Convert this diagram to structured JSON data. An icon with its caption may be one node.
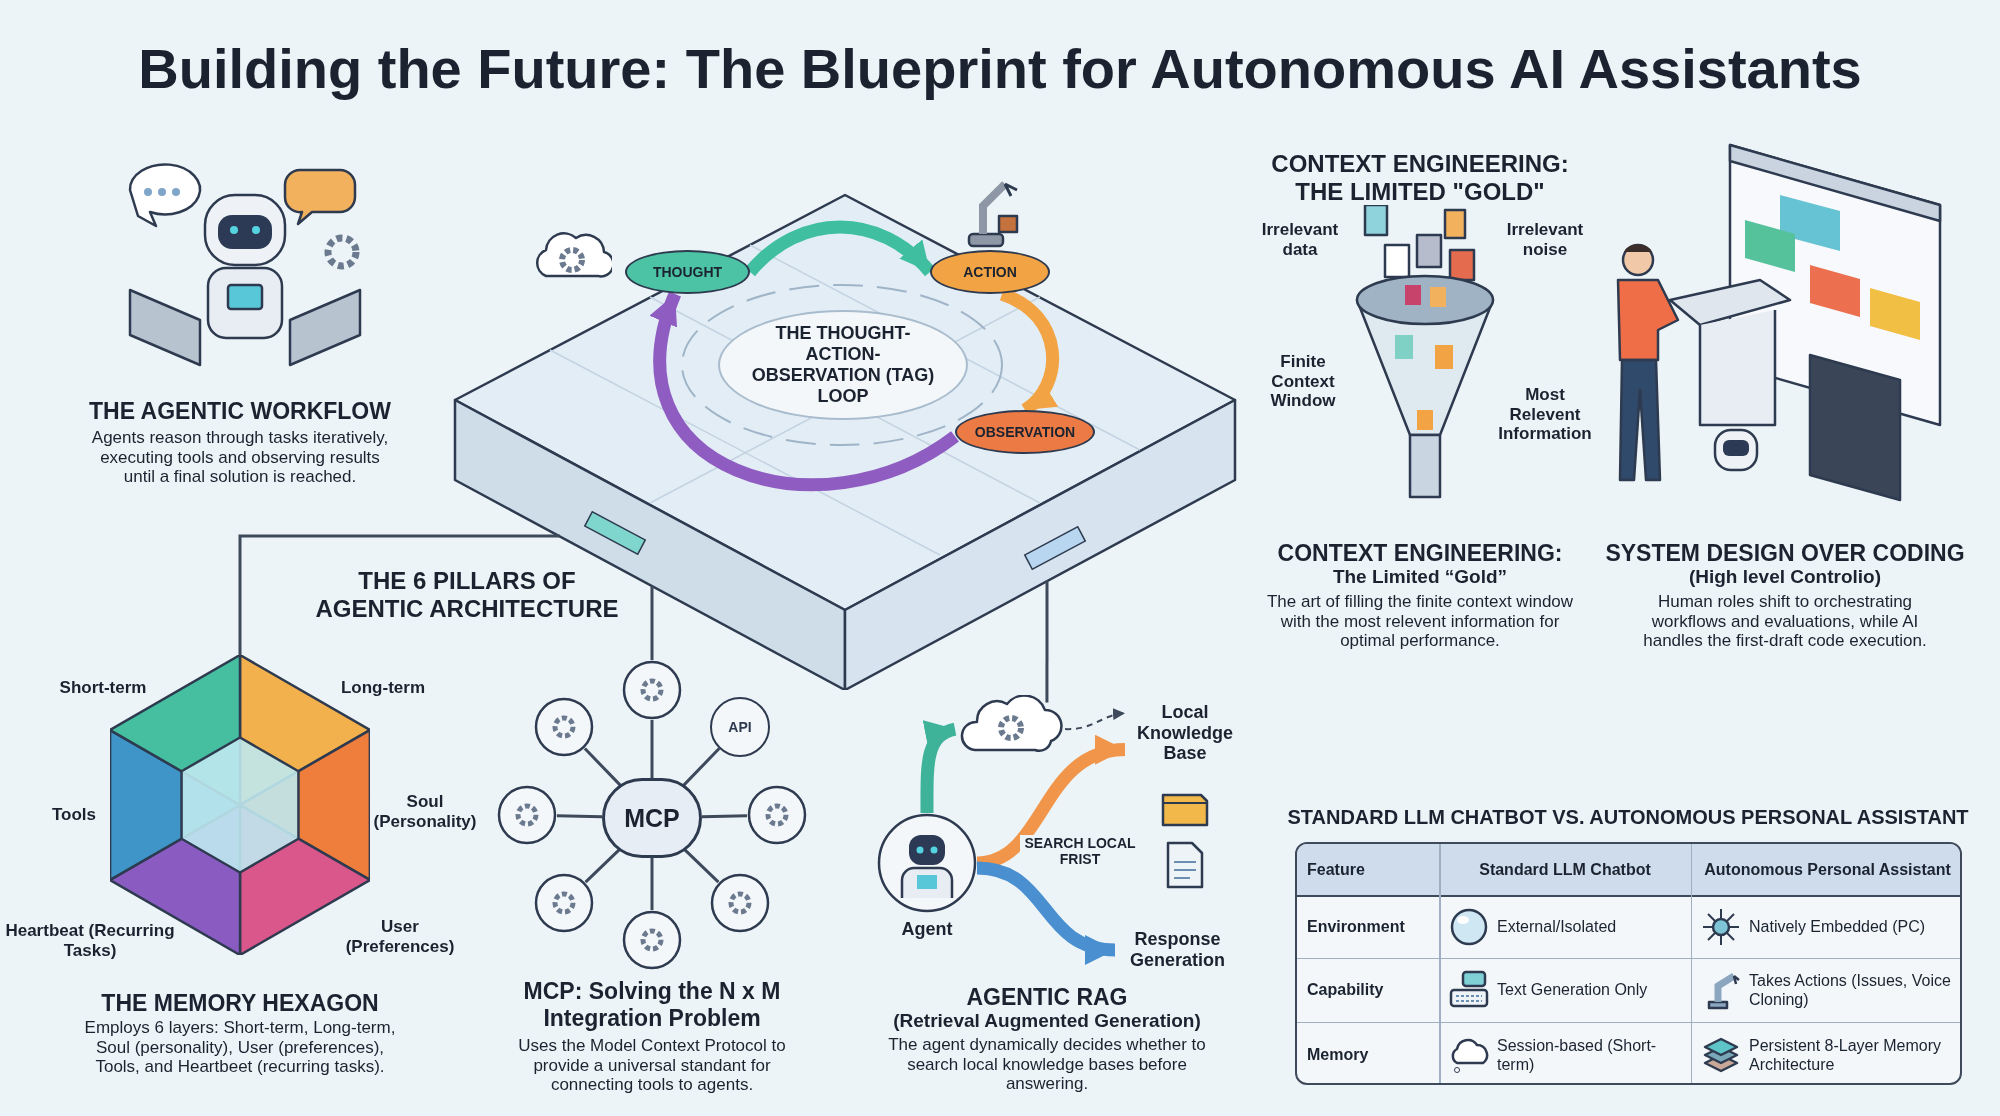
{
  "diagram": {
    "title": "Building the Future: The Blueprint for Autonomous AI Assistants",
    "nodes": [
      {
        "text": [],
        "shape": "picture"
      },
      {
        "text": [
          "THOUGHT"
        ],
        "in": 0
      },
      {
        "text": [
          "ACTION"
        ],
        "in": 0
      },
      {
        "text": [
          "OBSERVATION"
        ],
        "in": 0
      },
      {
        "text": [
          "THE THOUGHT-ACTION-OBSERVATION (TAG) LOOP"
        ],
        "in": 0
      },
      {
        "text": [],
        "shape": "hexagon"
      },
      {
        "text": [
          "MCP"
        ]
      },
      {
        "text": [],
        "shape": "circle"
      },
      {
        "text": [
          "API"
        ]
      },
      {
        "text": [],
        "shape": "circle"
      },
      {
        "text": [],
        "shape": "circle"
      },
      {
        "text": [],
        "shape": "circle"
      },
      {
        "text": [],
        "shape": "circle"
      },
      {
        "text": [],
        "shape": "circle"
      },
      {
        "text": [],
        "shape": "circle"
      },
      {
        "text": [],
        "shape": "circle",
        "beside": [
          "Agent"
        ]
      },
      {
        "text": [],
        "shape": "cloud"
      },
      {
        "text": [
          "Local Knowledge Base"
        ]
      },
      {
        "text": [
          "Response Generation"
        ]
      }
    ],
    "edges": [
      {
        "from": 1,
        "to": 2,
        "arrow": "to",
        "style": "thick",
        "color": "#3fbfa0"
      },
      {
        "from": 2,
        "to": 3,
        "arrow": "to",
        "style": "thick",
        "color": "#f2a444"
      },
      {
        "from": 3,
        "to": 1,
        "arrow": "to",
        "style": "thick",
        "color": "#8f5cc2"
      },
      {
        "from": 0,
        "to": 5,
        "arrow": "none"
      },
      {
        "from": 0,
        "to": 7,
        "arrow": "none"
      },
      {
        "from": 0,
        "to": 16,
        "arrow": "none"
      },
      {
        "from": 6,
        "to": 7,
        "arrow": "none"
      },
      {
        "from": 6,
        "to": 8,
        "arrow": "none"
      },
      {
        "from": 6,
        "to": 9,
        "arrow": "none"
      },
      {
        "from": 6,
        "to": 10,
        "arrow": "none"
      },
      {
        "from": 6,
        "to": 11,
        "arrow": "none"
      },
      {
        "from": 6,
        "to": 12,
        "arrow": "none"
      },
      {
        "from": 6,
        "to": 13,
        "arrow": "none"
      },
      {
        "from": 6,
        "to": 14,
        "arrow": "none"
      },
      {
        "from": 15,
        "to": 16,
        "arrow": "to",
        "style": "thick",
        "color": "#3fb39a"
      },
      {
        "from": 16,
        "to": 17,
        "arrow": "to",
        "style": "dashed"
      },
      {
        "from": 15,
        "to": 17,
        "arrow": "to",
        "label": "SEARCH LOCAL FRIST",
        "style": "thick",
        "color": "#f0954a"
      },
      {
        "from": 15,
        "to": 18,
        "arrow": "to",
        "style": "thick",
        "color": "#4a8fd0"
      }
    ],
    "labels": [
      "THE AGENTIC WORKFLOW",
      "Agents reason through tasks iteratively, executing tools and observing results until a final solution is reached.",
      "CONTEXT ENGINEERING: THE LIMITED \"GOLD\"",
      "Irrelevant data",
      "Irrelevant noise",
      "Finite Context Window",
      "Most Relevent Information",
      "CONTEXT ENGINEERING:",
      "The Limited “Gold”",
      "The art of filling the finite context window with the most relevent information for optimal performance.",
      "SYSTEM DESIGN OVER CODING",
      "(High level Controlio)",
      "Human roles shift to orchestrating workflows and evaluations, while AI handles the first-draft code execution.",
      "THE 6 PILLARS OF AGENTIC ARCHITECTURE",
      "Short-term",
      "Long-term",
      "Tools",
      "Soul (Personality)",
      "Heartbeat (Recurring Tasks)",
      "User (Preferences)",
      "THE MEMORY HEXAGON",
      "Employs 6 layers: Short-term, Long-term, Soul (personality), User (preferences), Tools, and Heartbeet (recurring tasks).",
      "MCP: Solving the N x M Integration Problem",
      "Uses the Model Context Protocol to provide a universal standant for connecting tools to agents.",
      "AGENTIC RAG",
      "(Retrieval Augmented Generation)",
      "The agent dynamically decides whether to search local knowledge bases before answering.",
      "STANDARD LLM CHATBOT VS. AUTONOMOUS PERSONAL ASSISTANT",
      "Feature",
      "Standard LLM Chatbot",
      "Autonomous Personal Assistant",
      "Environment",
      "External/Isolated",
      "Natively Embedded (PC)",
      "Capability",
      "Text Generation Only",
      "Takes Actions (Issues, Voice Cloning)",
      "Memory",
      "Session-based (Short-term)",
      "Persistent 8-Layer Memory Architecture"
    ]
  }
}
